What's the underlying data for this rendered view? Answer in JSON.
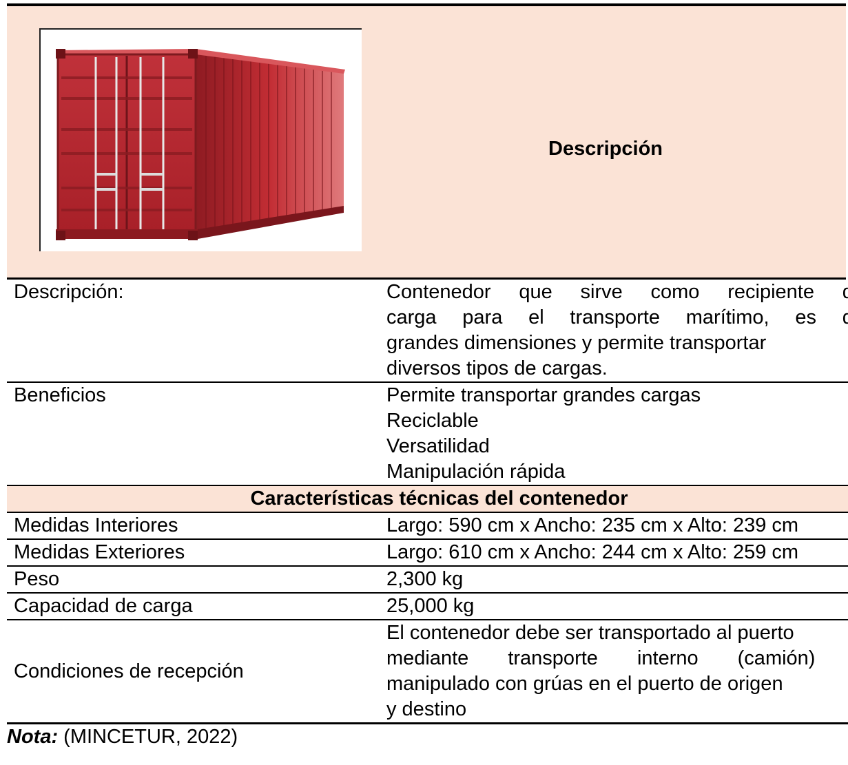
{
  "header": {
    "title": "Descripción"
  },
  "image": {
    "alt": "shipping-container",
    "color": "#b8232b"
  },
  "rows": {
    "descripcion": {
      "label": "Descripción:",
      "lines": [
        "Contenedor que sirve como recipiente de",
        "carga para el transporte marítimo, es de",
        "grandes dimensiones y permite transportar",
        "diversos tipos de cargas."
      ]
    },
    "beneficios": {
      "label": "Beneficios",
      "items": [
        "Permite transportar grandes cargas",
        "Reciclable",
        "Versatilidad",
        "Manipulación rápida"
      ]
    }
  },
  "section_title": "Características técnicas del contenedor",
  "specs": [
    {
      "label": "Medidas Interiores",
      "value": "Largo: 590 cm x Ancho: 235 cm x Alto: 239 cm"
    },
    {
      "label": "Medidas Exteriores",
      "value": "Largo: 610 cm x Ancho: 244 cm x Alto: 259 cm"
    },
    {
      "label": "Peso",
      "value": "2,300 kg"
    },
    {
      "label": "Capacidad de carga",
      "value": "25,000 kg"
    }
  ],
  "condiciones": {
    "label": "Condiciones de recepción",
    "lines": [
      "El contenedor debe ser transportado al puerto",
      "mediante transporte interno (camión) y",
      "manipulado con grúas en el puerto de origen",
      "y destino"
    ]
  },
  "note": {
    "label": "Nota:",
    "text": " (MINCETUR, 2022)"
  },
  "colors": {
    "header_bg": "#fbe3d6",
    "container_red": "#b8232b"
  }
}
